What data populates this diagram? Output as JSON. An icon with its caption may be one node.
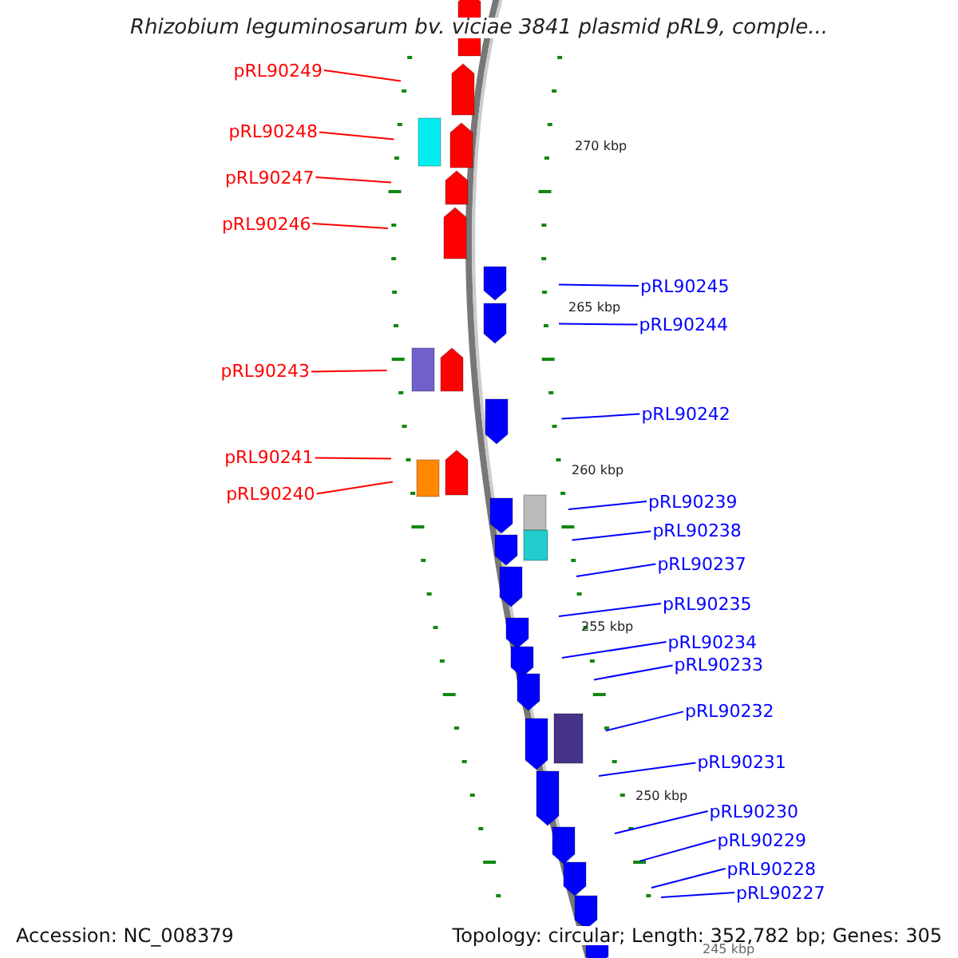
{
  "diagram": {
    "title": "Rhizobium leguminosarum bv. viciae 3841 plasmid pRL9, comple...",
    "nodes": [
      {
        "text": [
          "pRL90249"
        ]
      },
      {
        "text": [
          "pRL90248"
        ]
      },
      {
        "text": [
          "pRL90247"
        ]
      },
      {
        "text": [
          "pRL90246"
        ]
      },
      {
        "text": [
          "pRL90245"
        ]
      },
      {
        "text": [
          "pRL90244"
        ]
      },
      {
        "text": [
          "pRL90243"
        ]
      },
      {
        "text": [
          "pRL90242"
        ]
      },
      {
        "text": [
          "pRL90241"
        ]
      },
      {
        "text": [
          "pRL90240"
        ]
      },
      {
        "text": [
          "pRL90239"
        ]
      },
      {
        "text": [
          "pRL90238"
        ]
      },
      {
        "text": [
          "pRL90237"
        ]
      },
      {
        "text": [
          "pRL90235"
        ]
      },
      {
        "text": [
          "pRL90234"
        ]
      },
      {
        "text": [
          "pRL90233"
        ]
      },
      {
        "text": [
          "pRL90232"
        ]
      },
      {
        "text": [
          "pRL90231"
        ]
      },
      {
        "text": [
          "pRL90230"
        ]
      },
      {
        "text": [
          "pRL90229"
        ]
      },
      {
        "text": [
          "pRL90228"
        ]
      },
      {
        "text": [
          "pRL90227"
        ]
      }
    ],
    "edges": [
      {
        "from": 0,
        "to": null,
        "arrow": "none",
        "color": "#ff0000"
      },
      {
        "from": 1,
        "to": null,
        "arrow": "none",
        "color": "#ff0000"
      },
      {
        "from": 2,
        "to": null,
        "arrow": "none",
        "color": "#ff0000"
      },
      {
        "from": 3,
        "to": null,
        "arrow": "none",
        "color": "#ff0000"
      },
      {
        "from": 4,
        "to": null,
        "arrow": "none"
      },
      {
        "from": 5,
        "to": null,
        "arrow": "none"
      },
      {
        "from": 6,
        "to": null,
        "arrow": "none",
        "color": "#ff0000"
      },
      {
        "from": 7,
        "to": null,
        "arrow": "none"
      },
      {
        "from": 8,
        "to": null,
        "arrow": "none",
        "color": "#ff0000"
      },
      {
        "from": 9,
        "to": null,
        "arrow": "none",
        "color": "#ff0000"
      },
      {
        "from": 10,
        "to": null,
        "arrow": "none"
      },
      {
        "from": 11,
        "to": null,
        "arrow": "none"
      },
      {
        "from": 12,
        "to": null,
        "arrow": "none"
      },
      {
        "from": 13,
        "to": null,
        "arrow": "none"
      },
      {
        "from": 14,
        "to": null,
        "arrow": "none"
      },
      {
        "from": 15,
        "to": null,
        "arrow": "none"
      },
      {
        "from": 16,
        "to": null,
        "arrow": "none"
      },
      {
        "from": 17,
        "to": null,
        "arrow": "none"
      },
      {
        "from": 18,
        "to": null,
        "arrow": "none"
      },
      {
        "from": 19,
        "to": null,
        "arrow": "none"
      },
      {
        "from": 20,
        "to": null,
        "arrow": "none"
      },
      {
        "from": 21,
        "to": null,
        "arrow": "none"
      }
    ],
    "labels": [
      "270 kbp",
      "265 kbp",
      "260 kbp",
      "255 kbp",
      "250 kbp",
      "245 kbp",
      "Accession: NC_008379",
      "Topology: circular; Length: 352,782 bp; Genes: 305"
    ]
  }
}
